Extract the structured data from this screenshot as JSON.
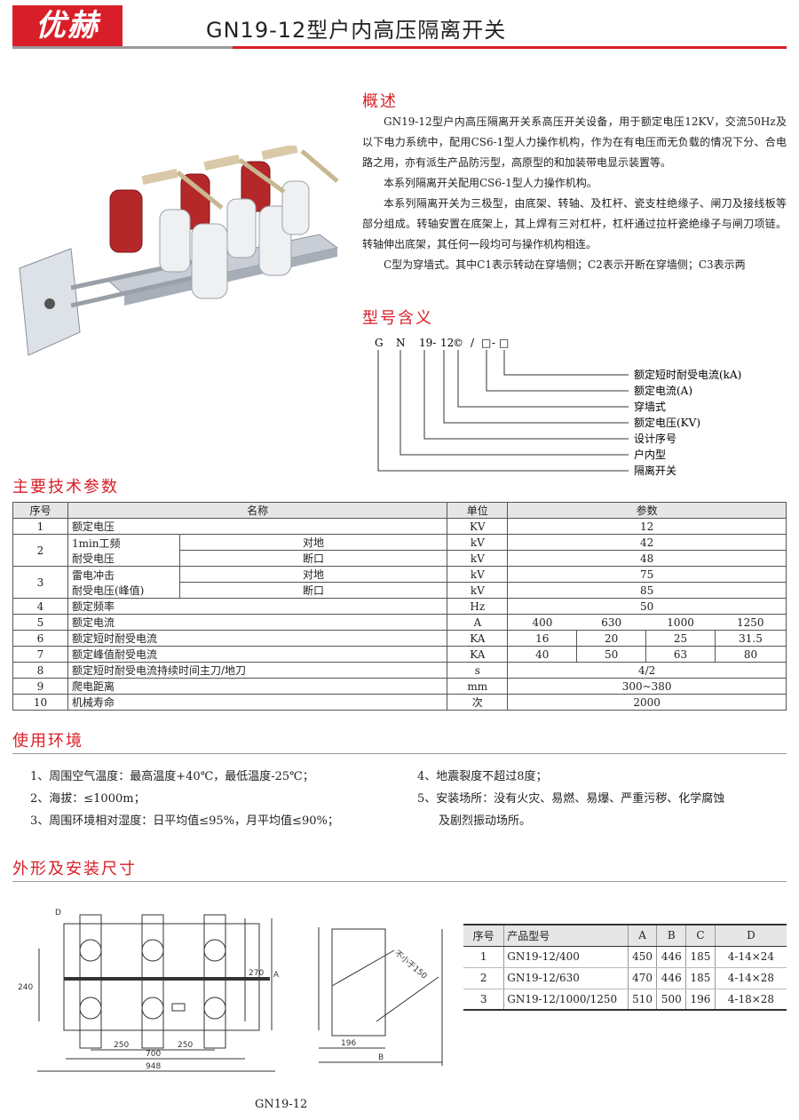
{
  "header": {
    "brand": "优赫",
    "title": "GN19-12型户内高压隔离开关"
  },
  "overview": {
    "heading": "概述",
    "paragraphs": [
      "GN19-12型户内高压隔离开关系高压开关设备，用于额定电压12KV，交流50Hz及以下电力系统中，配用CS6-1型人力操作机构，作为在有电压而无负载的情况下分、合电路之用，亦有派生产品防污型，高原型的和加装带电显示装置等。",
      "本系列隔离开关配用CS6-1型人力操作机构。",
      "本系列隔离开关为三极型，由底架、转轴、及杠杆、瓷支柱绝缘子、闸刀及接线板等部分组成。转轴安置在底架上，其上焊有三对杠杆，杠杆通过拉杆瓷绝缘子与闸刀项链。转轴伸出底架，其任何一段均可与操作机构相连。",
      "C型为穿墙式。其中C1表示转动在穿墙侧；C2表示开断在穿墙侧；C3表示两"
    ]
  },
  "model_meaning": {
    "heading": "型号含义",
    "code": [
      "G",
      "N",
      "19-",
      "12",
      "©",
      "/",
      "□",
      "-",
      "□"
    ],
    "labels": [
      "额定短时耐受电流(kA)",
      "额定电流(A)",
      "穿墙式",
      "额定电压(KV)",
      "设计序号",
      "户内型",
      "隔离开关"
    ]
  },
  "params": {
    "heading": "主要技术参数",
    "columns": [
      "序号",
      "名称",
      "单位",
      "参数"
    ],
    "rows": [
      {
        "no": "1",
        "name": "额定电压",
        "unit": "KV",
        "value": "12"
      },
      {
        "no": "2",
        "name": "1min工频",
        "name2": "耐受电压",
        "sub1": "对地",
        "sub2": "断口",
        "unit1": "kV",
        "unit2": "kV",
        "value1": "42",
        "value2": "48"
      },
      {
        "no": "3",
        "name": "雷电冲击",
        "name2": "耐受电压(峰值)",
        "sub1": "对地",
        "sub2": "断口",
        "unit1": "kV",
        "unit2": "kV",
        "value1": "75",
        "value2": "85"
      },
      {
        "no": "4",
        "name": "额定频率",
        "unit": "Hz",
        "value": "50"
      },
      {
        "no": "5",
        "name": "额定电流",
        "unit": "A",
        "values": [
          "400",
          "630",
          "1000",
          "1250"
        ]
      },
      {
        "no": "6",
        "name": "额定短时耐受电流",
        "unit": "KA",
        "values": [
          "16",
          "20",
          "25",
          "31.5"
        ]
      },
      {
        "no": "7",
        "name": "额定峰值耐受电流",
        "unit": "KA",
        "values": [
          "40",
          "50",
          "63",
          "80"
        ]
      },
      {
        "no": "8",
        "name": "额定短时耐受电流持续时间主刀/地刀",
        "unit": "s",
        "value": "4/2"
      },
      {
        "no": "9",
        "name": "爬电距离",
        "unit": "mm",
        "value": "300~380"
      },
      {
        "no": "10",
        "name": "机械寿命",
        "unit": "次",
        "value": "2000"
      }
    ]
  },
  "environment": {
    "heading": "使用环境",
    "left": [
      "1、周围空气温度：最高温度+40℃，最低温度-25℃；",
      "2、海拔：≤1000m；",
      "3、周围环境相对湿度：日平均值≤95%，月平均值≤90%；"
    ],
    "right": [
      "4、地震裂度不超过8度；",
      "5、安装场所：没有火灾、易燃、易爆、严重污秽、化学腐蚀",
      "及剧烈振动场所。"
    ]
  },
  "dimensions": {
    "heading": "外形及安装尺寸",
    "front_labels": {
      "d": "D",
      "h240": "240",
      "h270": "270",
      "a": "A",
      "w250a": "250",
      "w250b": "250",
      "w700": "700",
      "w948": "948"
    },
    "side_labels": {
      "note": "不小于150",
      "w196": "196",
      "b": "B"
    },
    "caption": "GN19-12",
    "table": {
      "columns": [
        "序号",
        "产品型号",
        "A",
        "B",
        "C",
        "D"
      ],
      "rows": [
        [
          "1",
          "GN19-12/400",
          "450",
          "446",
          "185",
          "4-14×24"
        ],
        [
          "2",
          "GN19-12/630",
          "470",
          "446",
          "185",
          "4-14×28"
        ],
        [
          "3",
          "GN19-12/1000/1250",
          "510",
          "500",
          "196",
          "4-18×28"
        ]
      ]
    }
  },
  "colors": {
    "accent": "#d81e28",
    "insulator_red": "#b5282a",
    "rule_grey": "#999999"
  }
}
